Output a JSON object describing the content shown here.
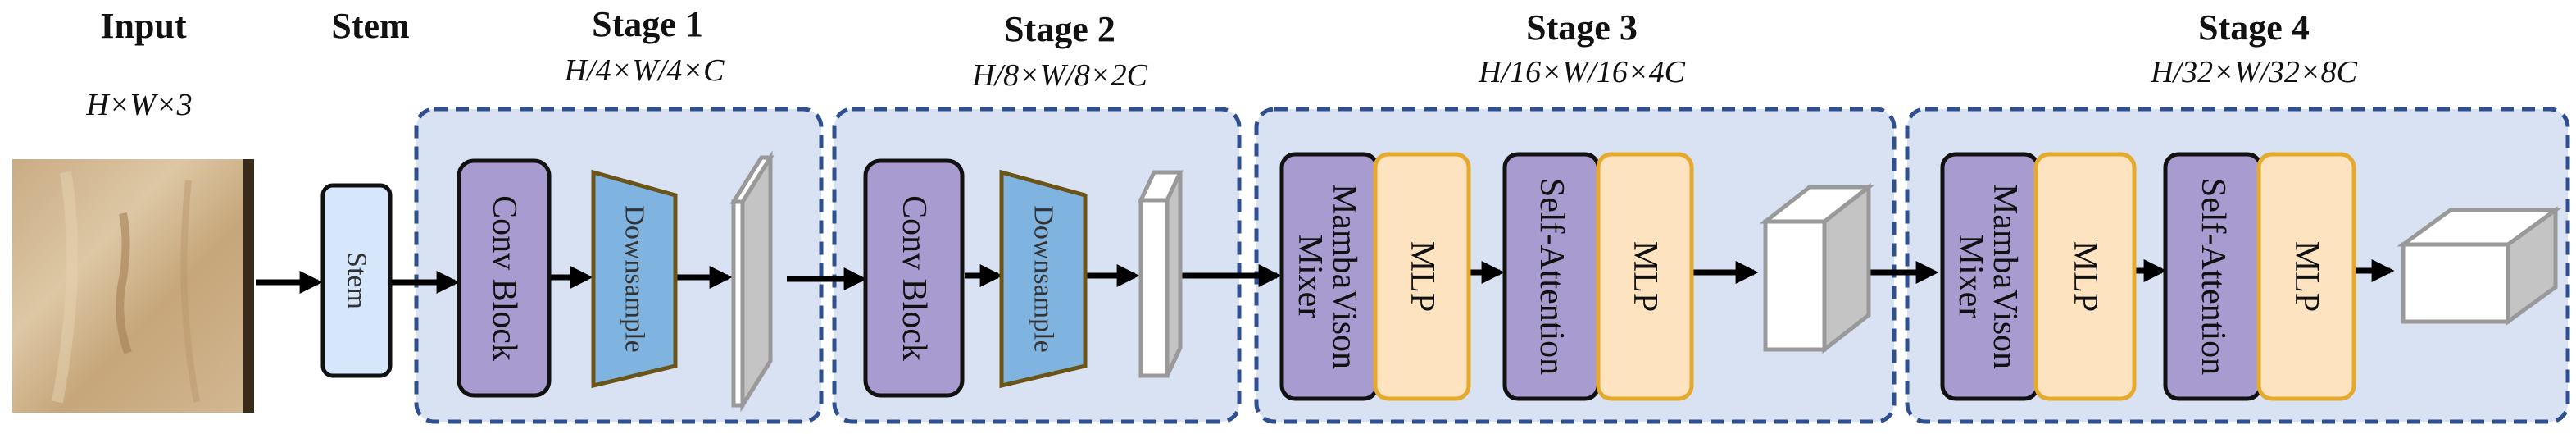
{
  "headers": {
    "input": "Input",
    "stem": "Stem",
    "stage1": "Stage 1",
    "stage2": "Stage 2",
    "stage3": "Stage 3",
    "stage4": "Stage 4"
  },
  "dims": {
    "input": "H×W×3",
    "stage1": "H/4×W/4×C",
    "stage2": "H/8×W/8×2C",
    "stage3": "H/16×W/16×4C",
    "stage4": "H/32×W/32×8C"
  },
  "blocks": {
    "stem": "Stem",
    "conv_block": "Conv Block",
    "downsample": "Downsample",
    "mambavision_line1": "MambaVison",
    "mambavision_line2": "Mixer",
    "mlp": "MLP",
    "self_attention": "Self-Attention"
  },
  "colors": {
    "stage_fill": "#d9e2f3",
    "stage_border": "#2f4f8f",
    "conv_block": "#a79bd0",
    "mlp_fill": "#fde3bf",
    "mlp_border": "#e5a92e",
    "stem": "#d6e6fb",
    "downsample": "#7fb3e0"
  }
}
